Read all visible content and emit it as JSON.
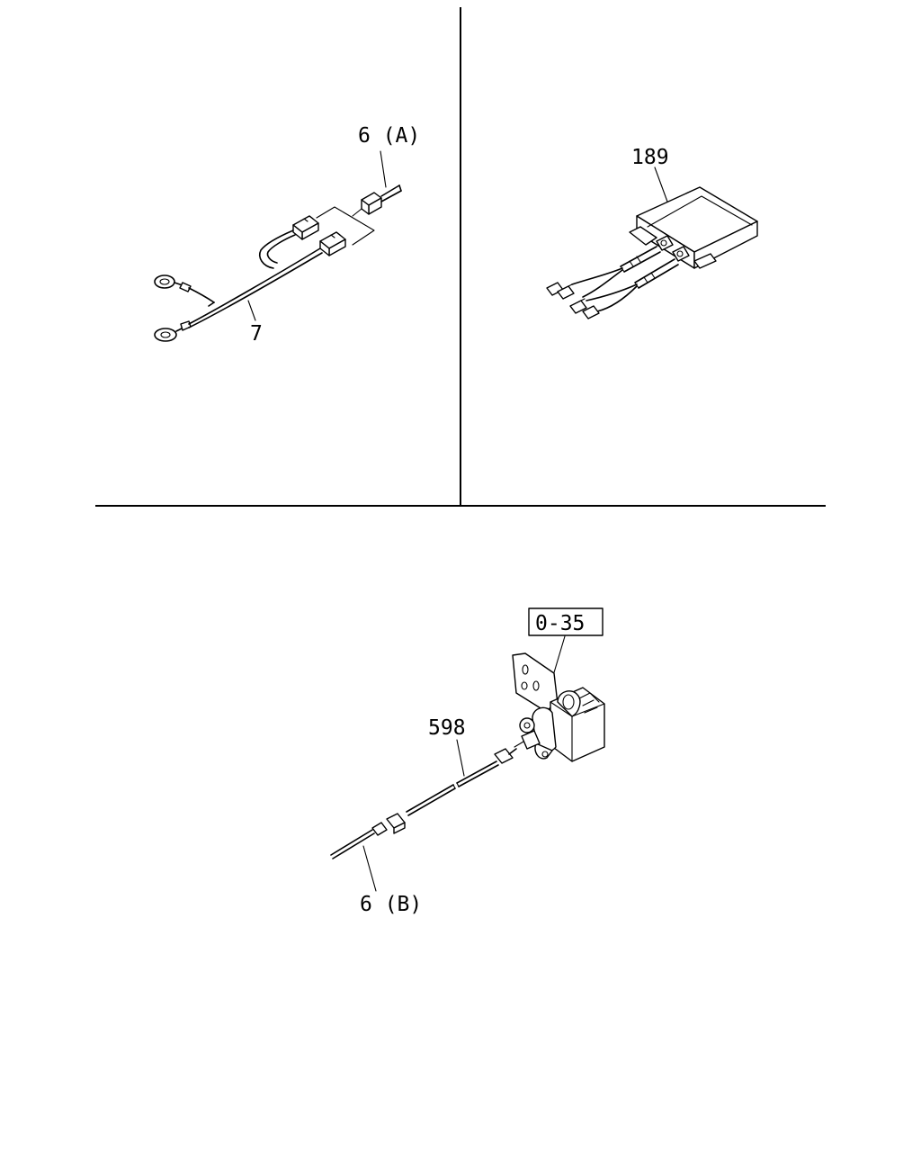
{
  "callouts": {
    "part_6a": "6 (A)",
    "part_7": "7",
    "part_189": "189",
    "ref_0_35": "0-35",
    "part_598": "598",
    "part_6b": "6 (B)"
  }
}
